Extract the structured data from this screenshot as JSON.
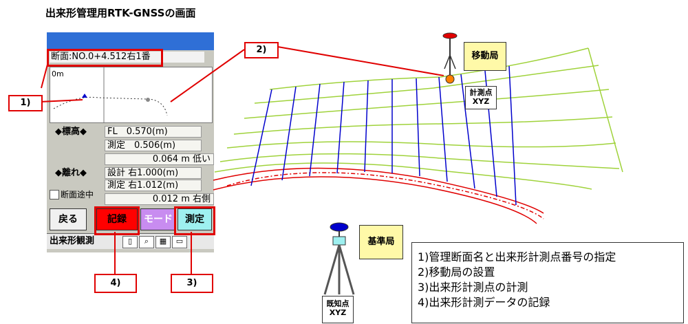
{
  "title": "出来形管理用RTK-GNSSの画面",
  "device": {
    "section": "断面:NO.0+4.512右1番",
    "plot_label": "0m",
    "elev_label": "◆標高◆",
    "fl": "FL　0.570(m)",
    "measured_elev": "測定　0.506(m)",
    "elev_diff": "0.064 m 低い",
    "offset_label": "◆離れ◆",
    "design_offset": "設計 右1.000(m)",
    "measured_offset": "測定 右1.012(m)",
    "checkbox_label": "断面途中",
    "offset_diff": "0.012 m 右側",
    "back_button": "戻る",
    "record_button": "記録",
    "mode_button": "モード",
    "measure_button": "測定",
    "mode_label": "出来形観測"
  },
  "callouts": {
    "c1": "1)",
    "c2": "2)",
    "c3": "3)",
    "c4": "4)"
  },
  "labels": {
    "rover": "移動局",
    "meas_point_1": "計測点",
    "meas_point_2": "XYZ",
    "base": "基準局",
    "known_1": "既知点",
    "known_2": "XYZ"
  },
  "notes": [
    "1)管理断面名と出来形計測点番号の指定",
    "2)移動局の設置",
    "3)出来形計測点の計測",
    "4)出来形計測データの記録"
  ],
  "colors": {
    "device_header": "#2f6fd6",
    "record_button": "#ff0000",
    "mode_button": "#c88cf0",
    "measure_button": "#9ef0f0",
    "callout_border": "#e00000",
    "terrain_green": "#9fd23a",
    "terrain_blue": "#0000cc"
  }
}
